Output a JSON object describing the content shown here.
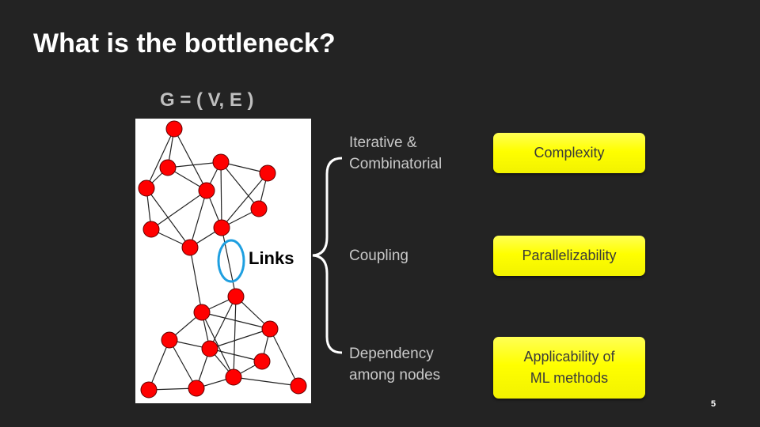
{
  "slide": {
    "title": "What is the bottleneck?",
    "formula": "G = ( V, E )",
    "links_label": "Links",
    "page_number": "5"
  },
  "aspects": [
    {
      "line1": "Iterative &",
      "line2": "Combinatorial"
    },
    {
      "line1": "Coupling",
      "line2": ""
    },
    {
      "line1": "Dependency",
      "line2": "among nodes"
    }
  ],
  "bottlenecks": [
    {
      "line1": "Complexity",
      "line2": ""
    },
    {
      "line1": "Parallelizability",
      "line2": ""
    },
    {
      "line1": "Applicability of",
      "line2": "ML methods"
    }
  ],
  "colors": {
    "background": "#232323",
    "node": "#ff0000",
    "highlight_ellipse": "#1e9fe0",
    "pill": "#ffff00"
  }
}
